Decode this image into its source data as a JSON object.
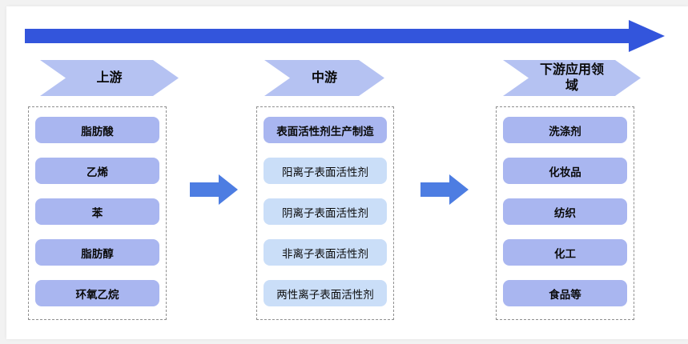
{
  "colors": {
    "page_bg": "#f2f2f2",
    "card_bg": "#ffffff",
    "top_arrow": "#3355dc",
    "connector_arrow": "#4d7de2",
    "header_fill": "#b5c2f2",
    "item_dark_fill": "#a9b6f0",
    "item_light_fill": "#cadef8",
    "dashed_border": "#8f8f8f",
    "text": "#0a0a0a"
  },
  "columns": [
    {
      "id": "upstream",
      "header": "上游",
      "items": [
        {
          "label": "脂肪酸",
          "variant": "dark"
        },
        {
          "label": "乙烯",
          "variant": "dark"
        },
        {
          "label": "苯",
          "variant": "dark"
        },
        {
          "label": "脂肪醇",
          "variant": "dark"
        },
        {
          "label": "环氧乙烷",
          "variant": "dark"
        }
      ]
    },
    {
      "id": "midstream",
      "header": "中游",
      "items": [
        {
          "label": "表面活性剂生产制造",
          "variant": "dark"
        },
        {
          "label": "阳离子表面活性剂",
          "variant": "light"
        },
        {
          "label": "阴离子表面活性剂",
          "variant": "light"
        },
        {
          "label": "非离子表面活性剂",
          "variant": "light"
        },
        {
          "label": "两性离子表面活性剂",
          "variant": "light"
        }
      ]
    },
    {
      "id": "downstream",
      "header": "下游应用领域",
      "items": [
        {
          "label": "洗涤剂",
          "variant": "dark"
        },
        {
          "label": "化妆品",
          "variant": "dark"
        },
        {
          "label": "纺织",
          "variant": "dark"
        },
        {
          "label": "化工",
          "variant": "dark"
        },
        {
          "label": "食品等",
          "variant": "dark"
        }
      ]
    }
  ]
}
